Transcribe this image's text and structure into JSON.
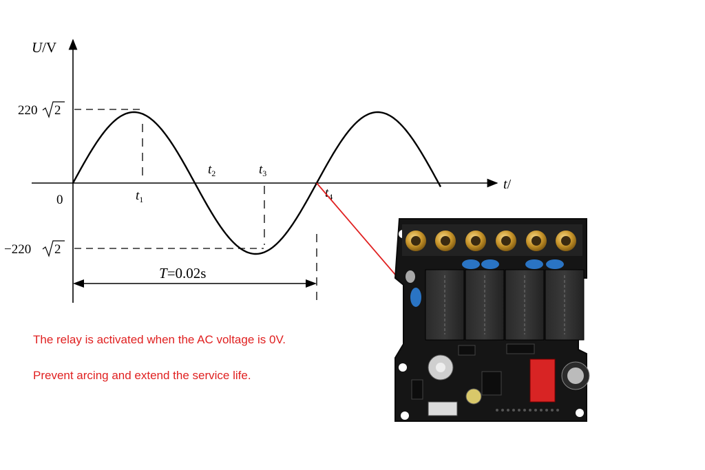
{
  "graph": {
    "y_axis_label_italic": "U",
    "y_axis_label_unit": "/V",
    "x_axis_label_italic": "t",
    "x_axis_label_unit": "/",
    "peak_label": "220",
    "peak_radical": "2",
    "trough_label": "−220",
    "trough_radical": "2",
    "origin_label": "0",
    "t1": "t",
    "t1_sub": "1",
    "t2": "t",
    "t2_sub": "2",
    "t3": "t",
    "t3_sub": "3",
    "t4": "t",
    "t4_sub": "4",
    "period_italic": "T",
    "period_value": "=0.02s"
  },
  "captions": {
    "line1": "The relay is activated when the AC voltage is 0V.",
    "line2": "Prevent arcing and extend the service life."
  },
  "colors": {
    "accent": "#e02020",
    "pcb": "#141414",
    "brass": "#c8952a"
  }
}
